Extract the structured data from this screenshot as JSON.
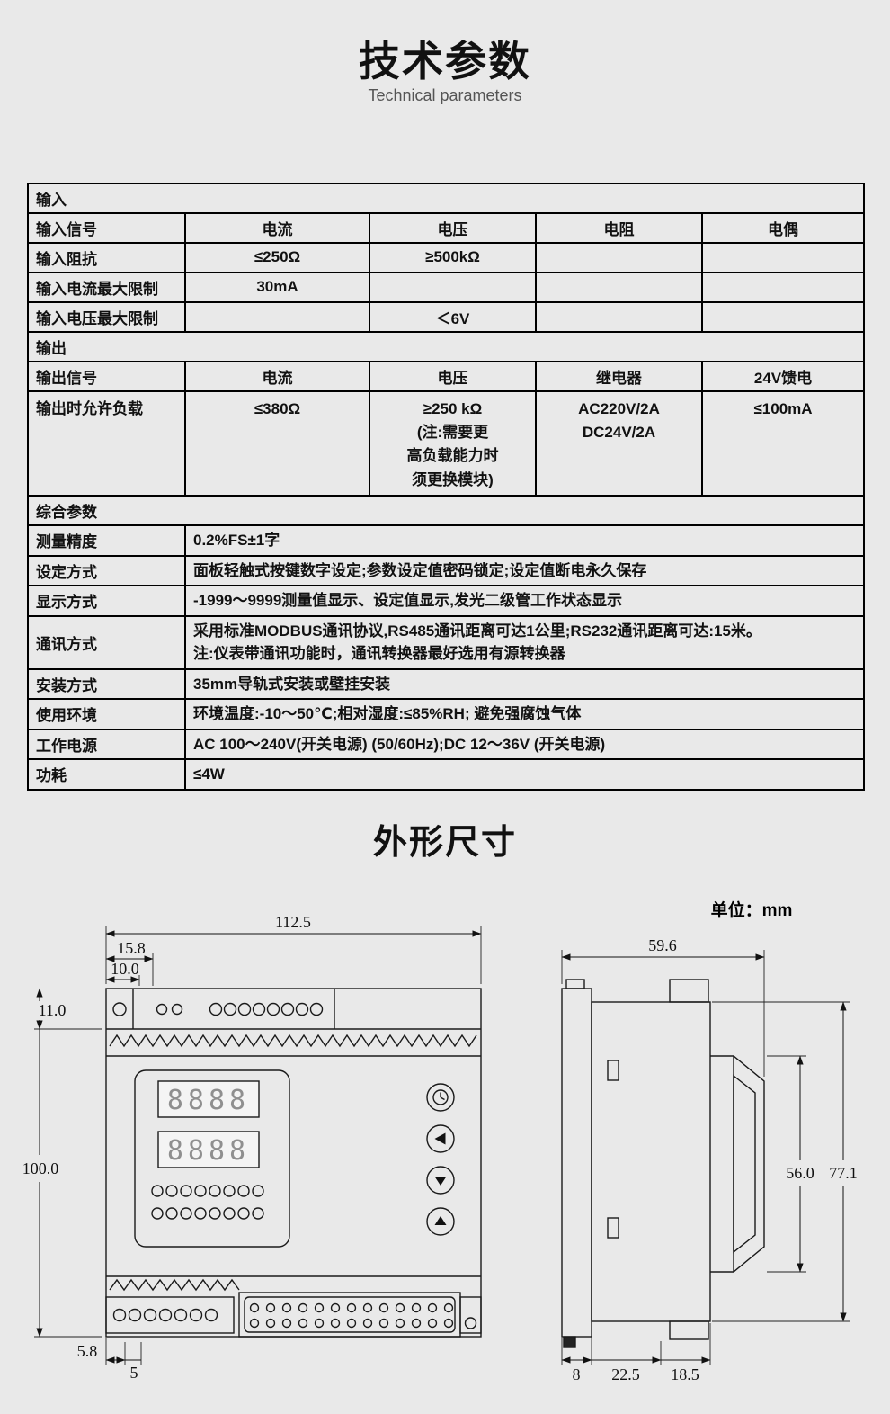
{
  "page": {
    "title": "技术参数",
    "subtitle": "Technical parameters",
    "section2_title": "外形尺寸",
    "unit_label": "单位：mm"
  },
  "table": {
    "rows": [
      {
        "label": "输入"
      },
      {
        "label": "输入信号",
        "c1": "电流",
        "c2": "电压",
        "c3": "电阻",
        "c4": "电偶"
      },
      {
        "label": "输入阻抗",
        "c1": "≤250Ω",
        "c2": "≥500kΩ",
        "c3": "",
        "c4": ""
      },
      {
        "label": "输入电流最大限制",
        "c1": "30mA",
        "c2": "",
        "c3": "",
        "c4": ""
      },
      {
        "label": "输入电压最大限制",
        "c1": "",
        "c2": "＜6V",
        "c3": "",
        "c4": ""
      },
      {
        "label": "输出"
      },
      {
        "label": "输出信号",
        "c1": "电流",
        "c2": "电压",
        "c3": "继电器",
        "c4": "24V馈电"
      },
      {
        "label": "输出时允许负载",
        "c1": "≤380Ω",
        "c2": "≥250 kΩ\n(注:需要更\n高负载能力时\n须更换模块)",
        "c3": "AC220V/2A\nDC24V/2A",
        "c4": "≤100mA"
      },
      {
        "label": "综合参数"
      },
      {
        "label": "测量精度",
        "value": "0.2%FS±1字"
      },
      {
        "label": "设定方式",
        "value": "面板轻触式按键数字设定;参数设定值密码锁定;设定值断电永久保存"
      },
      {
        "label": "显示方式",
        "value": "-1999～9999测量值显示、设定值显示,发光二级管工作状态显示"
      },
      {
        "label": "通讯方式",
        "value": "采用标准MODBUS通讯协议,RS485通讯距离可达1公里;RS232通讯距离可达:15米。\n注:仪表带通讯功能时，通讯转换器最好选用有源转换器"
      },
      {
        "label": "安装方式",
        "value": "35mm导轨式安装或壁挂安装"
      },
      {
        "label": "使用环境",
        "value": "环境温度:-10～50℃;相对湿度:≤85%RH; 避免强腐蚀气体"
      },
      {
        "label": "工作电源",
        "value": "AC 100～240V(开关电源) (50/60Hz);DC 12～36V (开关电源)"
      },
      {
        "label": "功耗",
        "value": "≤4W"
      }
    ]
  },
  "drawing": {
    "front": {
      "total_width": "112.5",
      "offset_a": "15.8",
      "offset_b": "10.0",
      "top_height": "11.0",
      "total_height": "100.0",
      "bottom_offset": "5.8",
      "pitch": "5",
      "display_top": "8888",
      "display_bottom": "8888"
    },
    "side": {
      "total_width": "59.6",
      "panel_height": "56.0",
      "total_height": "77.1",
      "seg_a": "8",
      "seg_b": "22.5",
      "seg_c": "18.5"
    }
  }
}
